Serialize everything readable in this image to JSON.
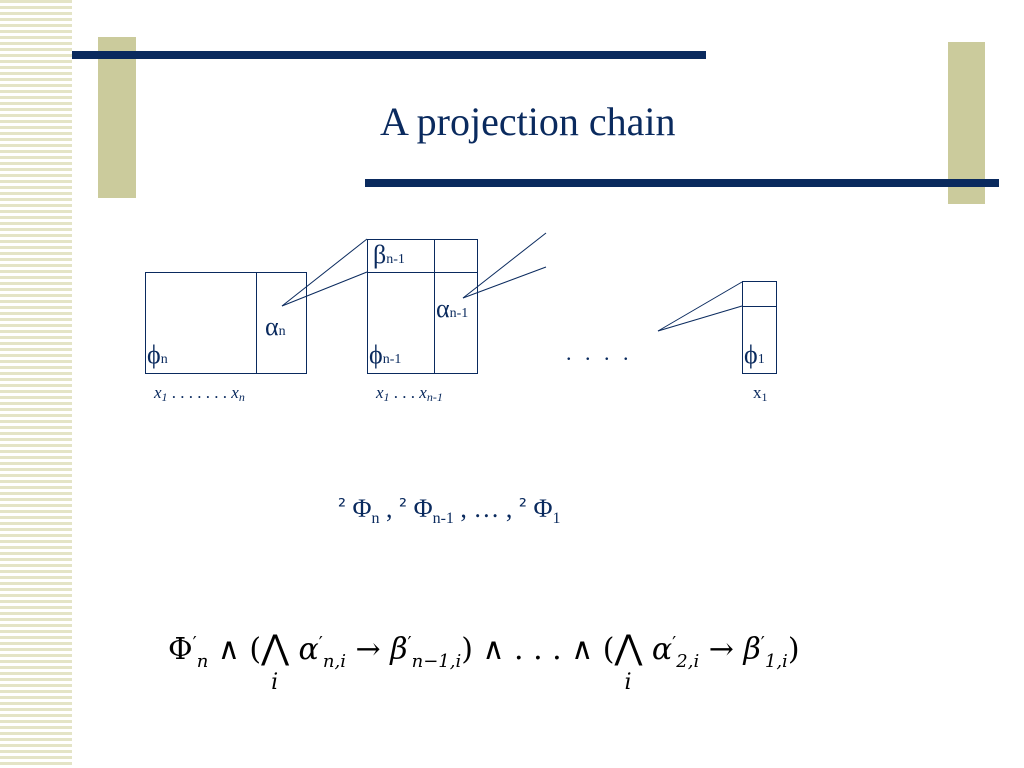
{
  "slide": {
    "title": "A projection chain",
    "colors": {
      "navy": "#0a2a5e",
      "olive": "#cbcb9c",
      "stripe": "#e4e4c6"
    }
  },
  "diagram": {
    "box1": {
      "phi": "ϕ",
      "phi_sub": "n",
      "alpha": "α",
      "alpha_sub": "n",
      "axis_x1": "x",
      "axis_x1_sub": "1",
      "axis_dots": " . . . . . . . ",
      "axis_xn": "x",
      "axis_xn_sub": "n"
    },
    "box2": {
      "beta": "β",
      "beta_sub": "n-1",
      "alpha": "α",
      "alpha_sub": "n-1",
      "phi": "ϕ",
      "phi_sub": "n-1",
      "axis_x1": "x",
      "axis_x1_sub": "1",
      "axis_dots": " . . . ",
      "axis_xn": "x",
      "axis_xn_sub": "n-1"
    },
    "ellipsis": ". . . .",
    "box3": {
      "phi": "ϕ",
      "phi_sub": "1",
      "axis": "x",
      "axis_sub": "1"
    }
  },
  "sequence": {
    "sq": "²",
    "phi": "Φ",
    "sub_n": "n",
    "sub_n1": "n-1",
    "sub_1": "1",
    "sep": " , ",
    "ellipsis": "…"
  },
  "formula": {
    "Phi": "Φ",
    "prime": "′",
    "n": "n",
    "wedge": "∧",
    "bigwedge": "⋀",
    "i": "i",
    "alpha": "α",
    "beta": "β",
    "arrow": "→",
    "sub_ni": "n,i",
    "sub_n1i": "n−1,i",
    "sub_2i": "2,i",
    "sub_1i": "1,i",
    "lparen": "(",
    "rparen": ")",
    "dots": " . . . "
  }
}
